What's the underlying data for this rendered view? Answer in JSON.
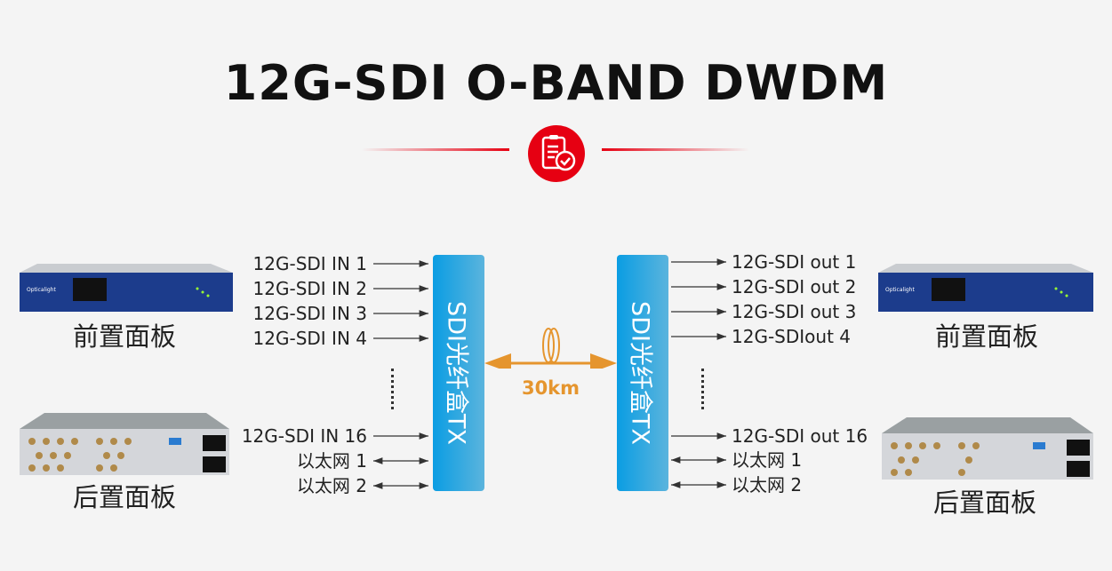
{
  "title": "12G-SDI O-BAND DWDM",
  "icon": "clipboard-check-icon",
  "colors": {
    "accent": "#e60012",
    "box": "#0a9de3",
    "fiber": "#e5952e"
  },
  "left": {
    "inputs": [
      "12G-SDI IN 1",
      "12G-SDI IN 2",
      "12G-SDI IN 3",
      "12G-SDI IN 4",
      "12G-SDI IN 16",
      "以太网 1",
      "以太网 2"
    ],
    "box_label": "SDI光纤盒TX",
    "front_label": "前置面板",
    "rear_label": "后置面板"
  },
  "right": {
    "outputs": [
      "12G-SDI out 1",
      "12G-SDI out 2",
      "12G-SDI out 3",
      "12G-SDIout 4",
      "12G-SDI out 16",
      "以太网 1",
      "以太网 2"
    ],
    "box_label": "SDI光纤盒TX",
    "front_label": "前置面板",
    "rear_label": "后置面板"
  },
  "link": {
    "distance": "30km"
  }
}
